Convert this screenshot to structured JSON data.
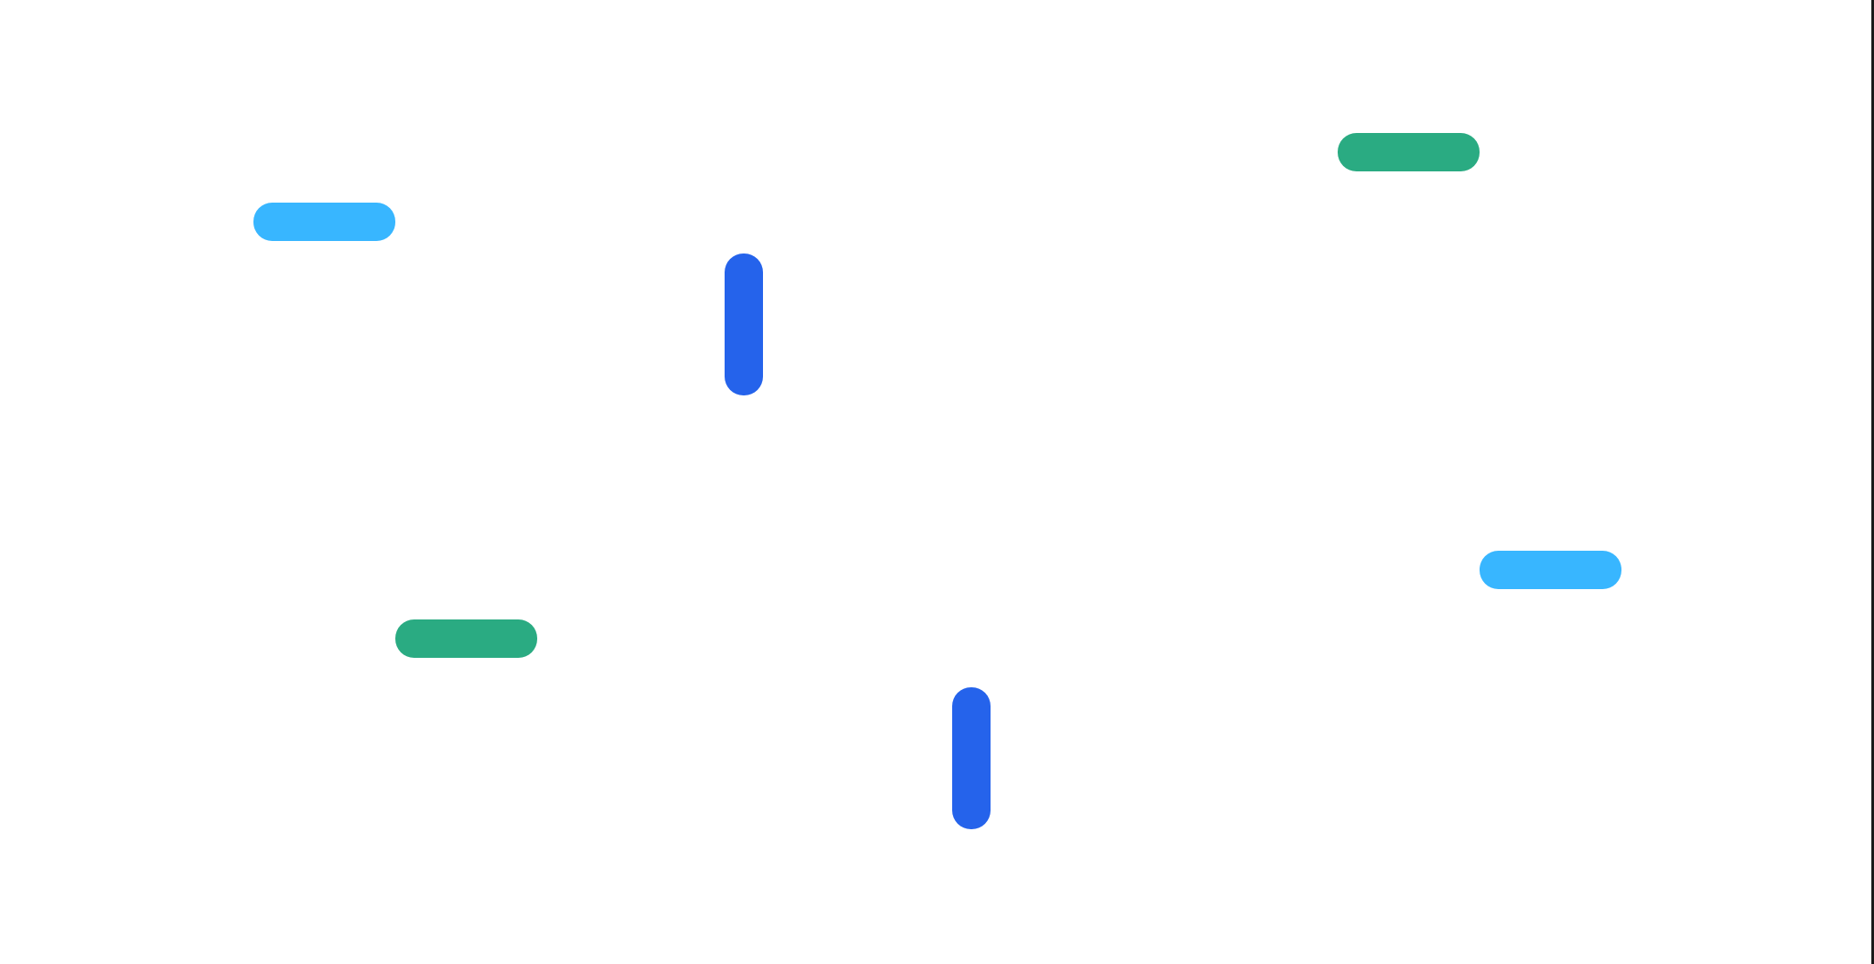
{
  "colors": {
    "background": "#ffffff",
    "light_blue": "#38b6ff",
    "blue": "#2563eb",
    "green": "#2aab82",
    "edge": "#1a1a1a"
  },
  "shapes": [
    {
      "name": "light-blue-horizontal-dash-1",
      "color": "light_blue"
    },
    {
      "name": "blue-vertical-dash-1",
      "color": "blue"
    },
    {
      "name": "green-horizontal-dash-1",
      "color": "green"
    },
    {
      "name": "light-blue-horizontal-dash-2",
      "color": "light_blue"
    },
    {
      "name": "green-horizontal-dash-2",
      "color": "green"
    },
    {
      "name": "blue-vertical-dash-2",
      "color": "blue"
    }
  ]
}
